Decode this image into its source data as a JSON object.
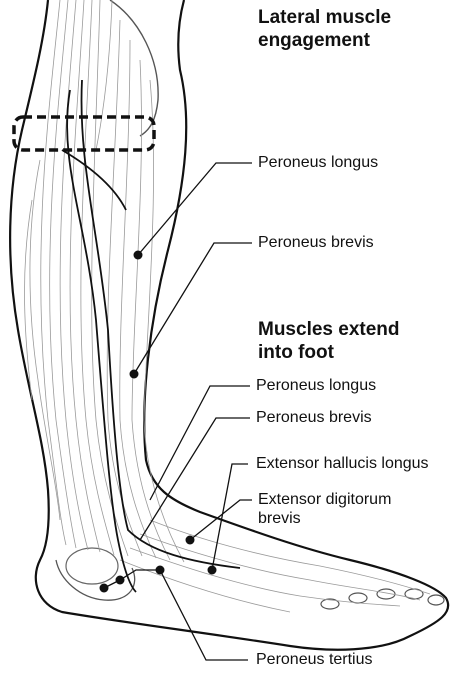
{
  "headings": {
    "lateral": [
      "Lateral muscle",
      "engagement"
    ],
    "extend": [
      "Muscles extend",
      "into foot"
    ]
  },
  "labels": {
    "peroneus_longus_upper": "Peroneus longus",
    "peroneus_brevis_upper": "Peroneus brevis",
    "peroneus_longus_lower": "Peroneus longus",
    "peroneus_brevis_lower": "Peroneus brevis",
    "extensor_hallucis_longus": "Extensor hallucis longus",
    "extensor_digitorum_brevis": [
      "Extensor digitorum",
      "brevis"
    ],
    "peroneus_tertius": "Peroneus tertius"
  },
  "colors": {
    "ink": "#111111",
    "fiber": "#9a9a9a",
    "background": "#ffffff"
  }
}
